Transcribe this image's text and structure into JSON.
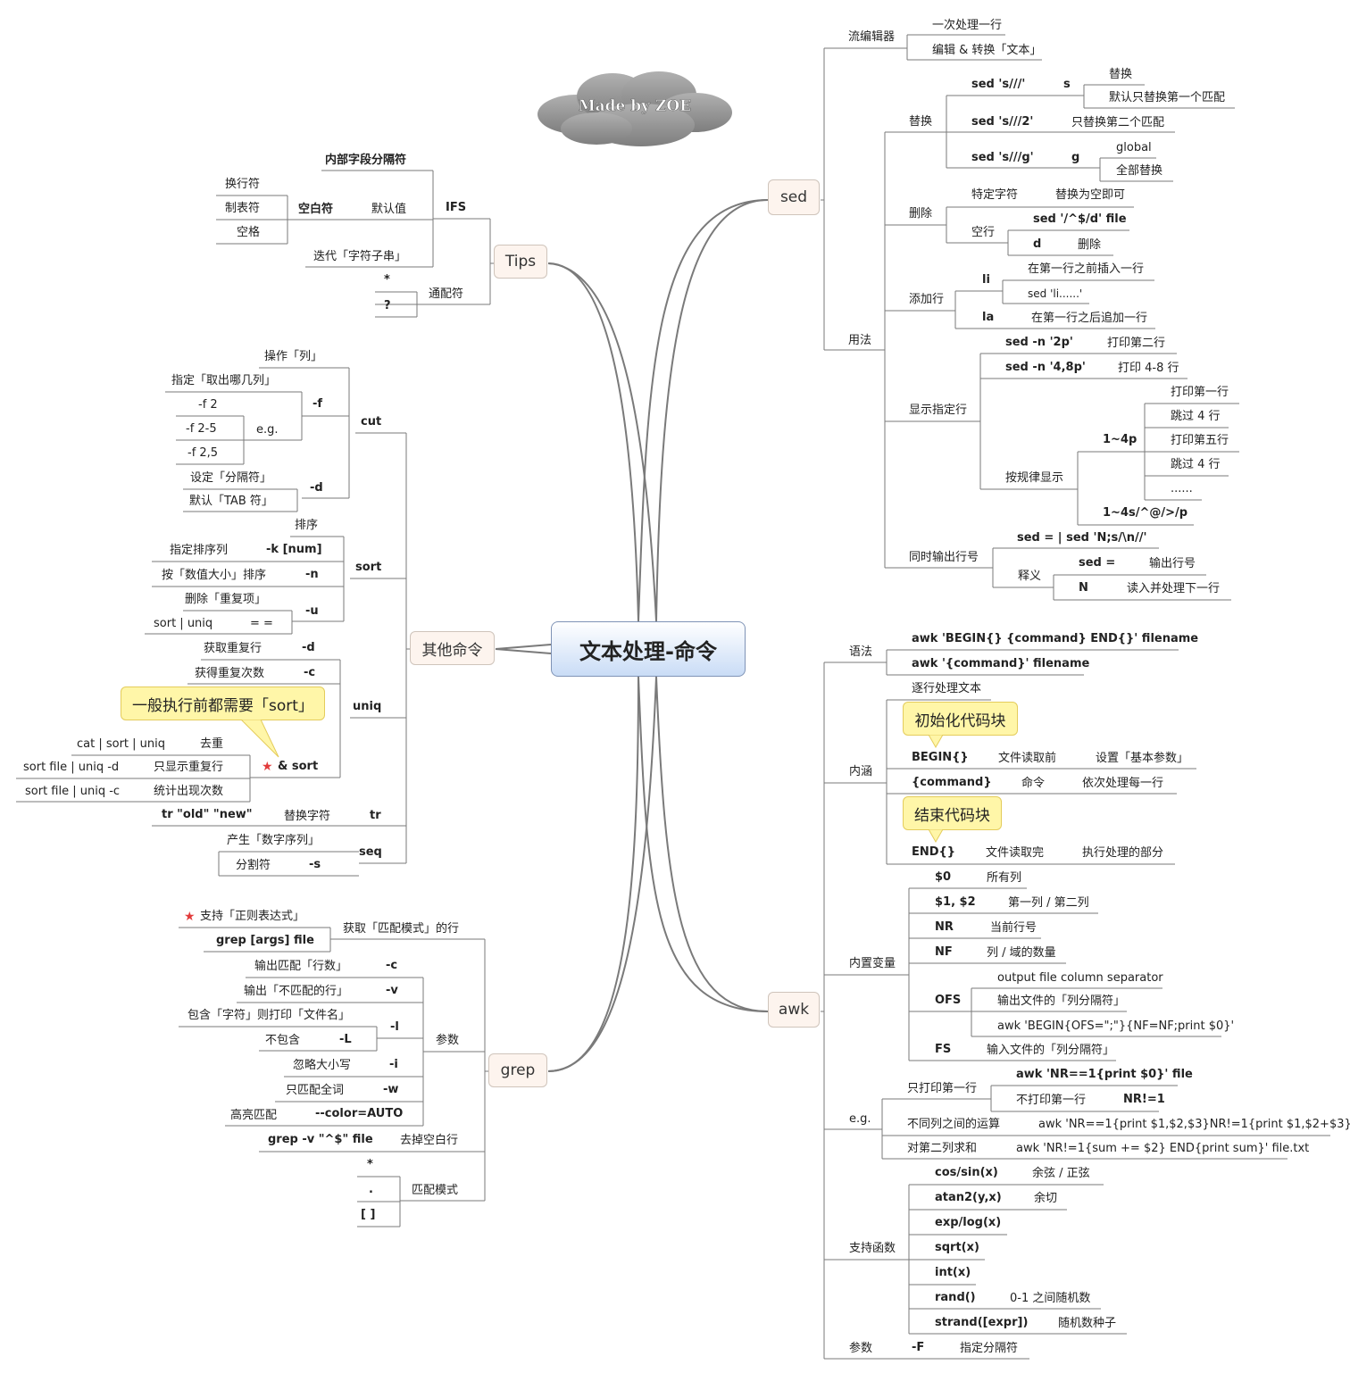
{
  "central": "文本处理-命令",
  "watermark": "Made by ZOE",
  "sed": {
    "title": "sed",
    "flow_editor": "流编辑器",
    "one_line": "一次处理一行",
    "edit_transform": "编辑 & 转换「文本」",
    "usage": "用法",
    "replace": "替换",
    "s_cmd": "sed 's///'",
    "s": "s",
    "replace_word": "替换",
    "replace_first": "默认只替换第一个匹配",
    "s2_cmd": "sed 's///2'",
    "replace_second": "只替换第二个匹配",
    "sg_cmd": "sed 's///g'",
    "g": "g",
    "global": "global",
    "replace_all": "全部替换",
    "delete": "删除",
    "specific_char": "特定字符",
    "replace_empty": "替换为空即可",
    "empty_line": "空行",
    "del_cmd": "sed '/^$/d' file",
    "d": "d",
    "del_word": "删除",
    "add_line": "添加行",
    "li": "li",
    "insert_before": "在第一行之前插入一行",
    "li_example": "sed 'li......'",
    "la": "la",
    "append_after": "在第一行之后追加一行",
    "show_lines": "显示指定行",
    "n2p": "sed -n '2p'",
    "print_second": "打印第二行",
    "n48p": "sed -n '4,8p'",
    "print_4_8": "打印 4-8 行",
    "pattern_show": "按规律显示",
    "step": "1~4p",
    "print_first": "打印第一行",
    "skip4a": "跳过 4 行",
    "print_fifth": "打印第五行",
    "skip4b": "跳过 4 行",
    "dots": "......",
    "step2": "1~4s/^@/>/p",
    "line_numbers": "同时输出行号",
    "line_cmd": "sed = | sed 'N;s/\\n//'",
    "explain": "释义",
    "sed_eq": "sed =",
    "out_line_no": "输出行号",
    "N": "N",
    "read_next": "读入并处理下一行"
  },
  "awk": {
    "title": "awk",
    "syntax": "语法",
    "syntax1": "awk 'BEGIN{} {command} END{}' filename",
    "syntax2": "awk '{command}' filename",
    "meaning": "内涵",
    "line_by_line": "逐行处理文本",
    "init_block": "初始化代码块",
    "begin": "BEGIN{}",
    "before_read": "文件读取前",
    "set_params": "设置「基本参数」",
    "command": "{command}",
    "cmd": "命令",
    "process_each": "依次处理每一行",
    "end_block": "结束代码块",
    "end": "END{}",
    "after_read": "文件读取完",
    "exec_part": "执行处理的部分",
    "builtin_vars": "内置变量",
    "d0": "$0",
    "all_cols": "所有列",
    "d12": "$1, $2",
    "col12": "第一列 / 第二列",
    "NR": "NR",
    "cur_line": "当前行号",
    "NF": "NF",
    "col_count": "列 / 域的数量",
    "OFS": "OFS",
    "ofs_en": "output file column separator",
    "ofs_cn": "输出文件的「列分隔符」",
    "ofs_example": "awk 'BEGIN{OFS=\";\"}{NF=NF;print $0}'",
    "FS": "FS",
    "fs_cn": "输入文件的「列分隔符」",
    "eg": "e.g.",
    "print_first": "只打印第一行",
    "nr1": "awk 'NR==1{print $0}' file",
    "not_first": "不打印第一行",
    "nr_not1": "NR!=1",
    "col_ops": "不同列之间的运算",
    "col_ops_cmd": "awk 'NR==1{print $1,$2,$3}NR!=1{print $1,$2+$3}'",
    "sum_col2": "对第二列求和",
    "sum_cmd": "awk 'NR!=1{sum += $2} END{print sum}' file.txt",
    "funcs": "支持函数",
    "cossin": "cos/sin(x)",
    "cossin_d": "余弦 / 正弦",
    "atan2": "atan2(y,x)",
    "atan2_d": "余切",
    "explog": "exp/log(x)",
    "sqrt": "sqrt(x)",
    "int": "int(x)",
    "rand": "rand()",
    "rand_d": "0-1 之间随机数",
    "strand": "strand([expr])",
    "strand_d": "随机数种子",
    "params": "参数",
    "F": "-F",
    "F_d": "指定分隔符"
  },
  "tips": {
    "title": "Tips",
    "ifs": "IFS",
    "inner_sep": "内部字段分隔符",
    "default_val": "默认值",
    "whitespace": "空白符",
    "newline": "换行符",
    "tab": "制表符",
    "space": "空格",
    "iterate": "迭代「字符子串」",
    "wildcard": "通配符",
    "star": "*",
    "qmark": "?"
  },
  "other": {
    "title": "其他命令",
    "cut": "cut",
    "op_col": "操作「列」",
    "f": "-f",
    "which_cols": "指定「取出哪几列」",
    "eg": "e.g.",
    "f2": "-f 2",
    "f25": "-f 2-5",
    "f2c5": "-f 2,5",
    "d": "-d",
    "set_sep": "设定「分隔符」",
    "default_tab": "默认「TAB 符」",
    "sort": "sort",
    "sort_d": "排序",
    "k": "-k [num]",
    "k_d": "指定排序列",
    "n": "-n",
    "n_d": "按「数值大小」排序",
    "u": "-u",
    "u_d": "删除「重复项」",
    "sort_uniq": "sort | uniq",
    "eqeq": "= =",
    "uniq": "uniq",
    "ud": "-d",
    "ud_d": "获取重复行",
    "uc": "-c",
    "uc_d": "获得重复次数",
    "callout": "一般执行前都需要「sort」",
    "and_sort": "& sort",
    "cat_pipe": "cat | sort | uniq",
    "dedup": "去重",
    "sort_d_cmd": "sort file | uniq -d",
    "only_dup": "只显示重复行",
    "sort_c_cmd": "sort file | uniq -c",
    "count_dup": "统计出现次数",
    "tr": "tr",
    "tr_cmd": "tr \"old\" \"new\"",
    "tr_d": "替换字符",
    "seq": "seq",
    "seq_d": "产生「数字序列」",
    "s": "-s",
    "s_d": "分割符"
  },
  "grep": {
    "title": "grep",
    "get_lines": "获取「匹配模式」的行",
    "regex": "支持「正则表达式」",
    "usage": "grep [args] file",
    "params": "参数",
    "c": "-c",
    "c_d": "输出匹配「行数」",
    "v": "-v",
    "v_d": "输出「不匹配的行」",
    "l": "-l",
    "l_d": "包含「字符」则打印「文件名」",
    "L": "-L",
    "L_d": "不包含",
    "i": "-i",
    "i_d": "忽略大小写",
    "w": "-w",
    "w_d": "只匹配全词",
    "color": "--color=AUTO",
    "color_d": "高亮匹配",
    "blank_cmd": "grep -v \"^$\" file",
    "blank_d": "去掉空白行",
    "patterns": "匹配模式",
    "p1": "*",
    "p2": ".",
    "p3": "[ ]"
  },
  "colors": {
    "line": "#7a7a7a",
    "topic_bg": "#fdf4ee",
    "central_top": "#ffffff",
    "central_bottom": "#c9dcf6",
    "callout": "#fff6a8",
    "star": "#e23b3b",
    "cloud": "#9a9a9a"
  },
  "icons": [
    "star-icon",
    "cloud-shape"
  ]
}
